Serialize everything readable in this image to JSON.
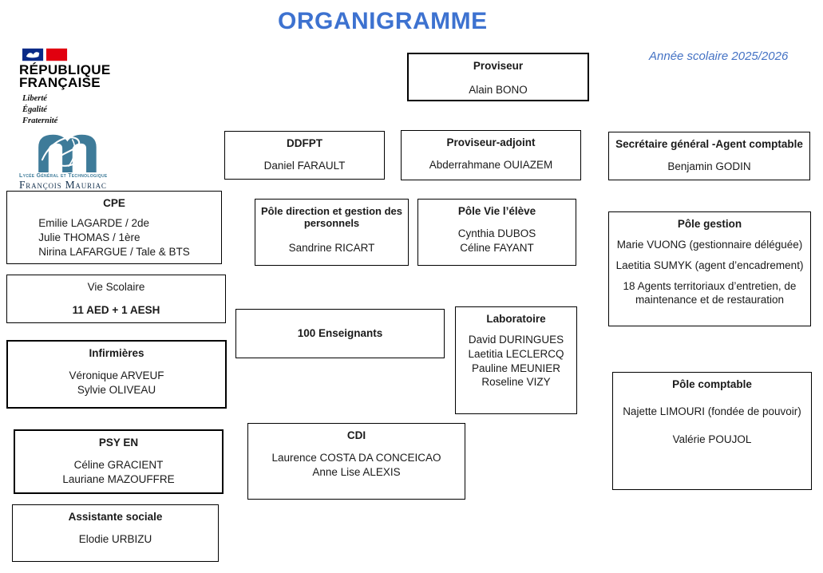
{
  "colors": {
    "title_blue": "#3D72D0",
    "year_blue": "#4472C4",
    "flag_blue": "#092A87",
    "flag_red": "#E1000F",
    "m_teal": "#3E7B99",
    "school_navy": "#16324F"
  },
  "header": {
    "title": "ORGANIGRAMME",
    "school_year": "Année scolaire 2025/2026"
  },
  "logo": {
    "republic_line1": "RÉPUBLIQUE",
    "republic_line2": "FRANÇAISE",
    "motto_line1": "Liberté",
    "motto_line2": "Égalité",
    "motto_line3": "Fraternité",
    "school_type": "Lycée Général et Technologique",
    "school_name": "François Mauriac"
  },
  "boxes": {
    "proviseur": {
      "title": "Proviseur",
      "lines": [
        "Alain BONO"
      ]
    },
    "ddfpt": {
      "title": "DDFPT",
      "lines": [
        "Daniel FARAULT"
      ]
    },
    "proviseur_adjoint": {
      "title": "Proviseur-adjoint",
      "lines": [
        "Abderrahmane OUIAZEM"
      ]
    },
    "secretaire_general": {
      "title": "Secrétaire général -Agent comptable",
      "lines": [
        "Benjamin GODIN"
      ]
    },
    "cpe": {
      "title": "CPE",
      "lines": [
        "Emilie LAGARDE / 2de",
        "Julie THOMAS / 1ère",
        "Nirina LAFARGUE / Tale & BTS"
      ]
    },
    "pole_direction": {
      "title": "Pôle direction et gestion des personnels",
      "lines": [
        "Sandrine RICART"
      ]
    },
    "pole_vie_eleve": {
      "title": "Pôle Vie l’élève",
      "lines": [
        "Cynthia DUBOS",
        "Céline FAYANT"
      ]
    },
    "pole_gestion": {
      "title": "Pôle gestion",
      "lines": [
        "Marie VUONG (gestionnaire déléguée)",
        "Laetitia SUMYK (agent d’encadrement)",
        "18 Agents territoriaux d’entretien, de maintenance et de restauration"
      ]
    },
    "vie_scolaire": {
      "title": "Vie Scolaire",
      "lines": [
        "11 AED + 1 AESH"
      ]
    },
    "enseignants": {
      "title": "100 Enseignants",
      "lines": []
    },
    "laboratoire": {
      "title": "Laboratoire",
      "lines": [
        "David DURINGUES",
        "Laetitia LECLERCQ",
        "Pauline MEUNIER",
        "Roseline VIZY"
      ]
    },
    "infirmieres": {
      "title": "Infirmières",
      "lines": [
        "Véronique ARVEUF",
        "Sylvie OLIVEAU"
      ]
    },
    "pole_comptable": {
      "title": "Pôle comptable",
      "lines": [
        "Najette LIMOURI (fondée de pouvoir)",
        "Valérie POUJOL"
      ]
    },
    "psy_en": {
      "title": "PSY EN",
      "lines": [
        "Céline GRACIENT",
        "Lauriane MAZOUFFRE"
      ]
    },
    "cdi": {
      "title": "CDI",
      "lines": [
        "Laurence COSTA DA CONCEICAO",
        "Anne Lise ALEXIS"
      ]
    },
    "assistante_sociale": {
      "title": "Assistante sociale",
      "lines": [
        "Elodie URBIZU"
      ]
    }
  }
}
